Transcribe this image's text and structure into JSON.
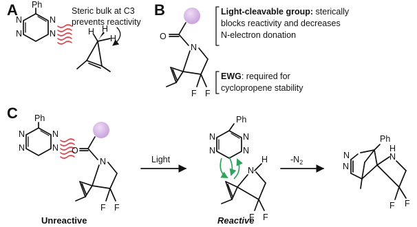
{
  "panels": {
    "a": {
      "label": "A",
      "note_line1": "Steric bulk at C3",
      "note_line2": "prevents reactivity",
      "atoms": {
        "ph": "Ph",
        "n": "N",
        "h": "H"
      }
    },
    "b": {
      "label": "B",
      "note1_bold": "Light-cleavable group:",
      "note1_rest": " sterically",
      "note1_line2": "blocks reactivity and decreases",
      "note1_line3": "N-electron donation",
      "note2_bold": "EWG",
      "note2_rest": ": required for",
      "note2_line2": "cyclopropene stability",
      "atoms": {
        "o": "O",
        "n": "N",
        "f": "F"
      }
    },
    "c": {
      "label": "C",
      "arrow1_label": "Light",
      "arrow2_label": "-N",
      "arrow2_sub": "2",
      "caption_left": "Unreactive",
      "caption_mid": "Reactive",
      "atoms": {
        "ph": "Ph",
        "n": "N",
        "o": "O",
        "f": "F",
        "h": "H"
      }
    }
  },
  "colors": {
    "ink": "#111111",
    "steric_clash": "#e0474c",
    "light_group": "#d9b8e8",
    "reaction_arrows": "#2fa35a"
  }
}
